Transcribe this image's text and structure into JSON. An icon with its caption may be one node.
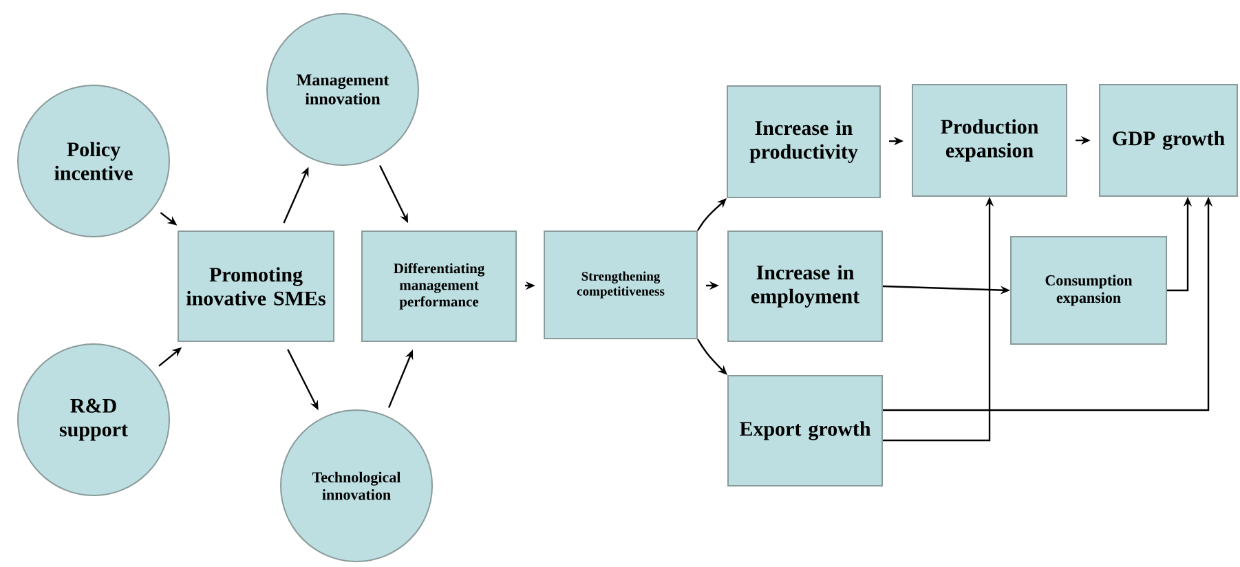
{
  "diagram": {
    "nodes": [
      {
        "text": [
          "Policy incentive"
        ]
      },
      {
        "text": [
          "R&D support"
        ]
      },
      {
        "text": [
          "Management innovation"
        ]
      },
      {
        "text": [
          "Promoting inovative SMEs"
        ]
      },
      {
        "text": [
          "Technological innovation"
        ]
      },
      {
        "text": [
          "Differentiating management performance"
        ]
      },
      {
        "text": [
          "Strengthening competitiveness"
        ]
      },
      {
        "text": [
          "Increase in productivity"
        ]
      },
      {
        "text": [
          "Production expansion"
        ]
      },
      {
        "text": [
          "GDP growth"
        ]
      },
      {
        "text": [
          "Increase in employment"
        ]
      },
      {
        "text": [
          "Export growth"
        ]
      },
      {
        "text": [
          "Consumption expansion"
        ]
      }
    ],
    "edges": [
      {
        "from": 0,
        "to": 3,
        "arrow": "to"
      },
      {
        "from": 1,
        "to": 3,
        "arrow": "to"
      },
      {
        "from": 3,
        "to": 2,
        "arrow": "to"
      },
      {
        "from": 3,
        "to": 4,
        "arrow": "to"
      },
      {
        "from": 2,
        "to": 5,
        "arrow": "to"
      },
      {
        "from": 4,
        "to": 5,
        "arrow": "to"
      },
      {
        "from": 5,
        "to": 6,
        "arrow": "to"
      },
      {
        "from": 6,
        "to": 7,
        "arrow": "to"
      },
      {
        "from": 6,
        "to": 10,
        "arrow": "to"
      },
      {
        "from": 6,
        "to": 11,
        "arrow": "to"
      },
      {
        "from": 7,
        "to": 8,
        "arrow": "to"
      },
      {
        "from": 8,
        "to": 9,
        "arrow": "to"
      },
      {
        "from": 10,
        "to": 12,
        "arrow": "to"
      },
      {
        "from": 12,
        "to": 9,
        "arrow": "to"
      },
      {
        "from": 11,
        "to": 8,
        "arrow": "to"
      },
      {
        "from": 11,
        "to": 9,
        "arrow": "to"
      }
    ]
  }
}
